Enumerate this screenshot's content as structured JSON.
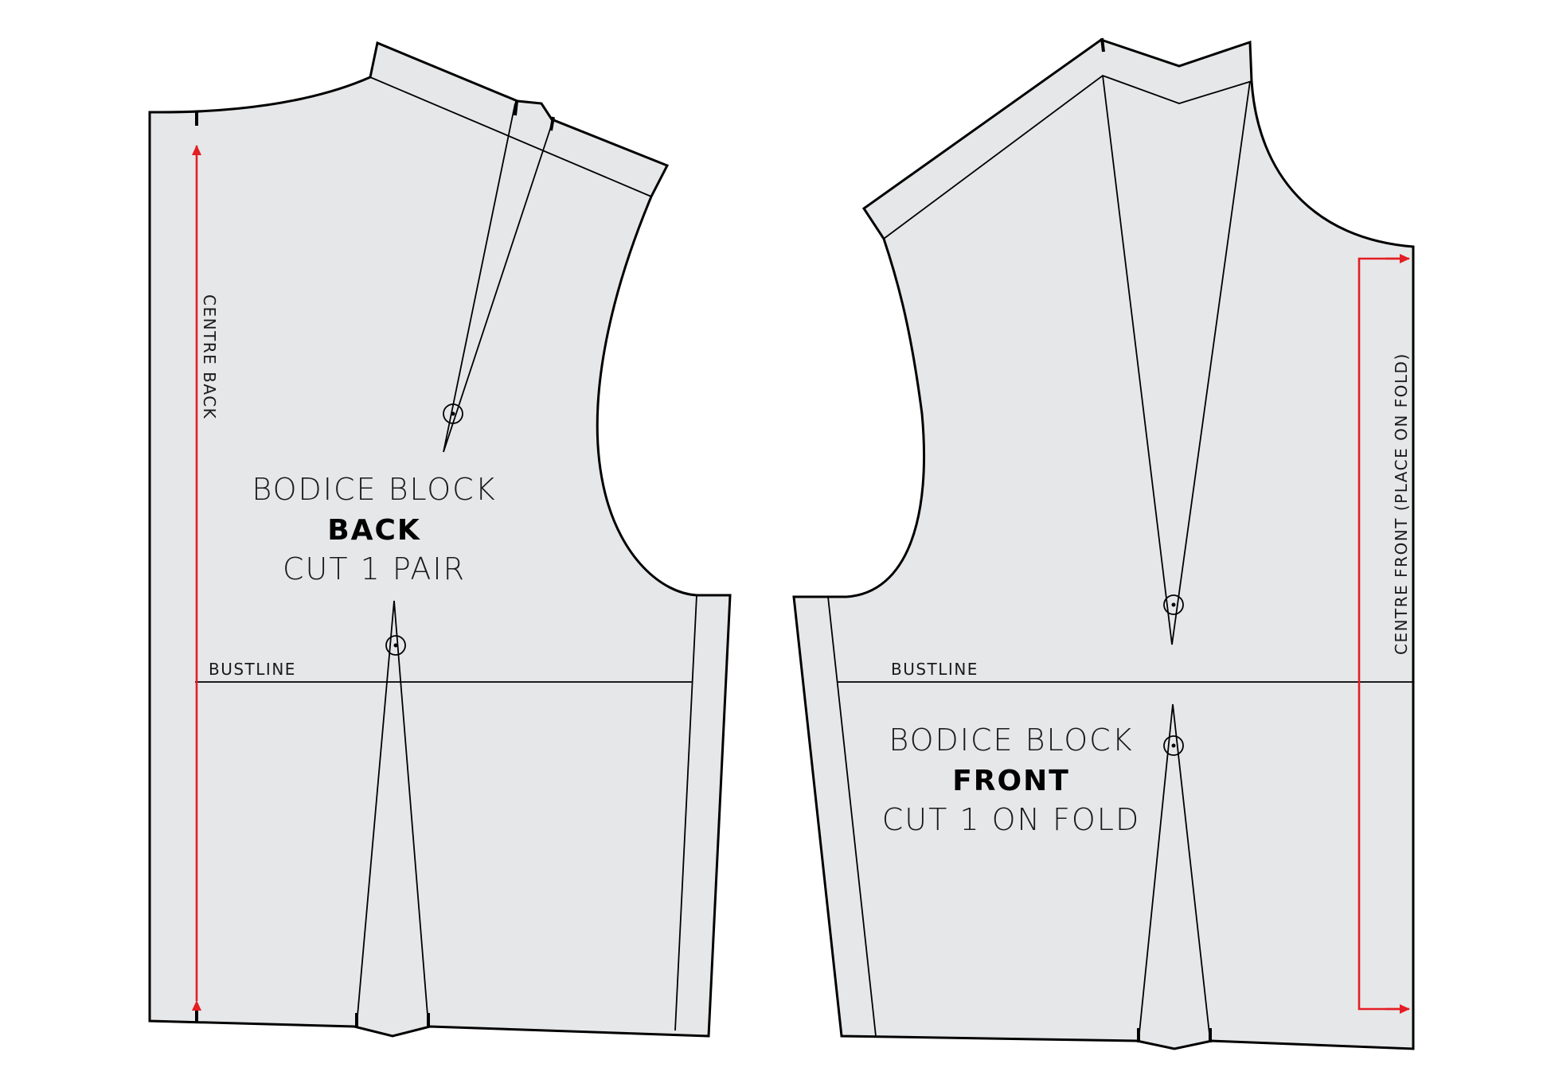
{
  "back": {
    "title": "BODICE BLOCK",
    "name": "BACK",
    "instruction": "CUT 1 PAIR",
    "grainline_label": "CENTRE BACK",
    "bustline_label": "BUSTLINE"
  },
  "front": {
    "title": "BODICE BLOCK",
    "name": "FRONT",
    "instruction": "CUT 1 ON FOLD",
    "grainline_label": "CENTRE FRONT (PLACE ON FOLD)",
    "bustline_label": "BUSTLINE"
  },
  "colors": {
    "piece_fill": "#e6e7e8",
    "outline": "#000000",
    "grainline": "#e31e24"
  }
}
